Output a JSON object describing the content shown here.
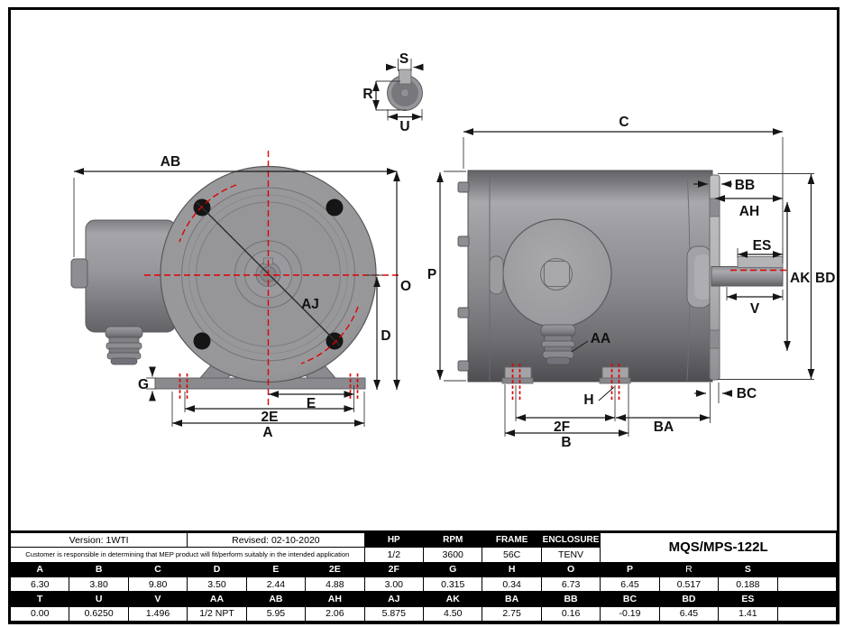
{
  "drawing": {
    "labels": {
      "AB": "AB",
      "O": "O",
      "D": "D",
      "AJ": "AJ",
      "G": "G",
      "E": "E",
      "2E": "2E",
      "A": "A",
      "S": "S",
      "R": "R",
      "U": "U",
      "C": "C",
      "P": "P",
      "BB": "BB",
      "AH": "AH",
      "ES": "ES",
      "AK": "AK",
      "BD": "BD",
      "V": "V",
      "AA": "AA",
      "H": "H",
      "BC": "BC",
      "2F": "2F",
      "BA": "BA",
      "B": "B"
    },
    "accent_red": "#e00000",
    "metal_gray": "#939398"
  },
  "title_block": {
    "version_label": "Version: 1WTI",
    "revised_label": "Revised: 02-10-2020",
    "disclaimer": "Customer is responsible in determining that MEP product will fit/perform suitably in the intended application",
    "model": "MQS/MPS-122L",
    "specs": [
      {
        "label": "HP",
        "value": "1/2"
      },
      {
        "label": "RPM",
        "value": "3600"
      },
      {
        "label": "FRAME",
        "value": "56C"
      },
      {
        "label": "ENCLOSURE",
        "value": "TENV"
      }
    ]
  },
  "dimension_table": {
    "rows": [
      {
        "headers": [
          "A",
          "B",
          "C",
          "D",
          "E",
          "2E",
          "2F",
          "G",
          "H",
          "O",
          "P",
          "R",
          "S",
          ""
        ],
        "values": [
          "6.30",
          "3.80",
          "9.80",
          "3.50",
          "2.44",
          "4.88",
          "3.00",
          "0.315",
          "0.34",
          "6.73",
          "6.45",
          "0.517",
          "0.188",
          ""
        ]
      },
      {
        "headers": [
          "T",
          "U",
          "V",
          "AA",
          "AB",
          "AH",
          "AJ",
          "AK",
          "BA",
          "BB",
          "BC",
          "BD",
          "ES",
          ""
        ],
        "values": [
          "0.00",
          "0.6250",
          "1.496",
          "1/2 NPT",
          "5.95",
          "2.06",
          "5.875",
          "4.50",
          "2.75",
          "0.16",
          "-0.19",
          "6.45",
          "1.41",
          ""
        ]
      }
    ]
  }
}
